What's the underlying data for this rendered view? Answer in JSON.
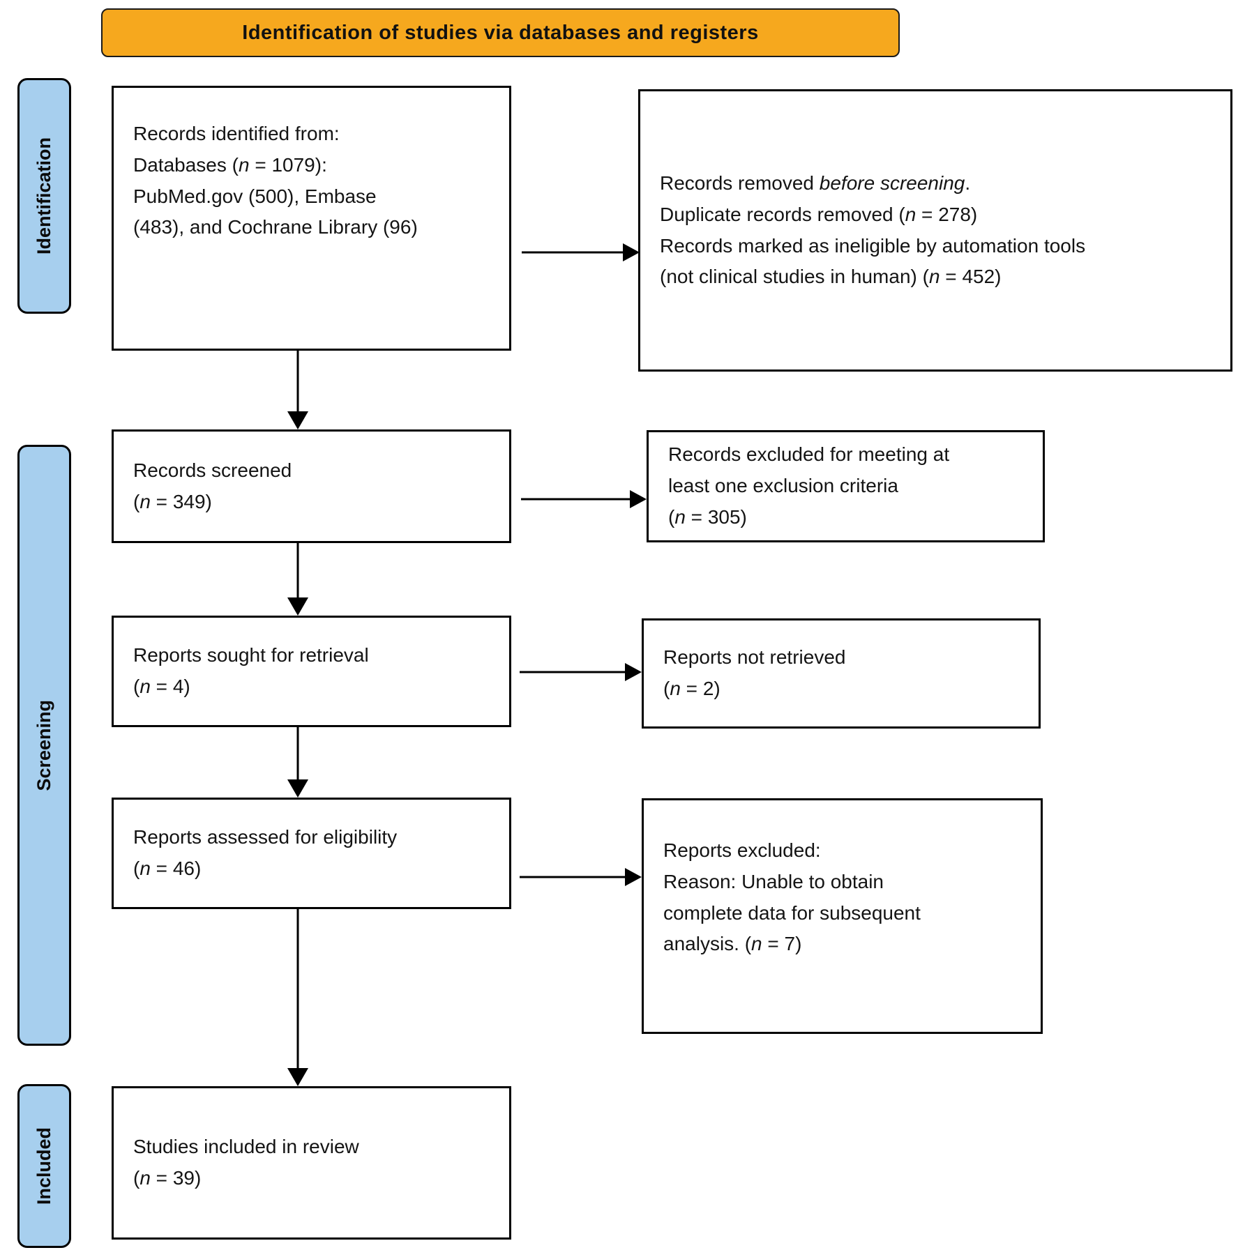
{
  "banner": {
    "title": "Identification of studies via databases and registers"
  },
  "colors": {
    "banner_bg": "#F6A81E",
    "stage_bg": "#A7CFEE",
    "box_border": "#000000",
    "arrow": "#000000"
  },
  "stages": [
    {
      "label": "Identification"
    },
    {
      "label": "Screening"
    },
    {
      "label": "Included"
    }
  ],
  "boxes": {
    "records_identified": {
      "lines": [
        "Records identified from:",
        "Databases (*n* = 1079):",
        "PubMed.gov (500), Embase",
        "(483), and Cochrane Library (96)"
      ]
    },
    "records_removed": {
      "lines": [
        "Records removed *before screening*.",
        "Duplicate records removed (*n* = 278)",
        "Records marked as ineligible by automation tools",
        "(not clinical studies in human) (*n* = 452)"
      ]
    },
    "records_screened": {
      "lines": [
        "Records screened",
        "(*n* = 349)"
      ]
    },
    "records_excluded": {
      "lines": [
        "Records excluded for meeting at",
        "least one exclusion criteria",
        "(*n* = 305)"
      ]
    },
    "reports_sought": {
      "lines": [
        "Reports sought for retrieval",
        "(*n* = 4)"
      ]
    },
    "reports_not_retrieved": {
      "lines": [
        "Reports not retrieved",
        "(*n* = 2)"
      ]
    },
    "reports_assessed": {
      "lines": [
        "Reports assessed for eligibility",
        "(*n* = 46)"
      ]
    },
    "reports_excluded": {
      "lines": [
        "Reports excluded:",
        "Reason: Unable to obtain",
        "complete data for subsequent",
        "analysis. (*n* = 7)"
      ]
    },
    "studies_included": {
      "lines": [
        "Studies included in review",
        "(*n* = 39)"
      ]
    }
  }
}
